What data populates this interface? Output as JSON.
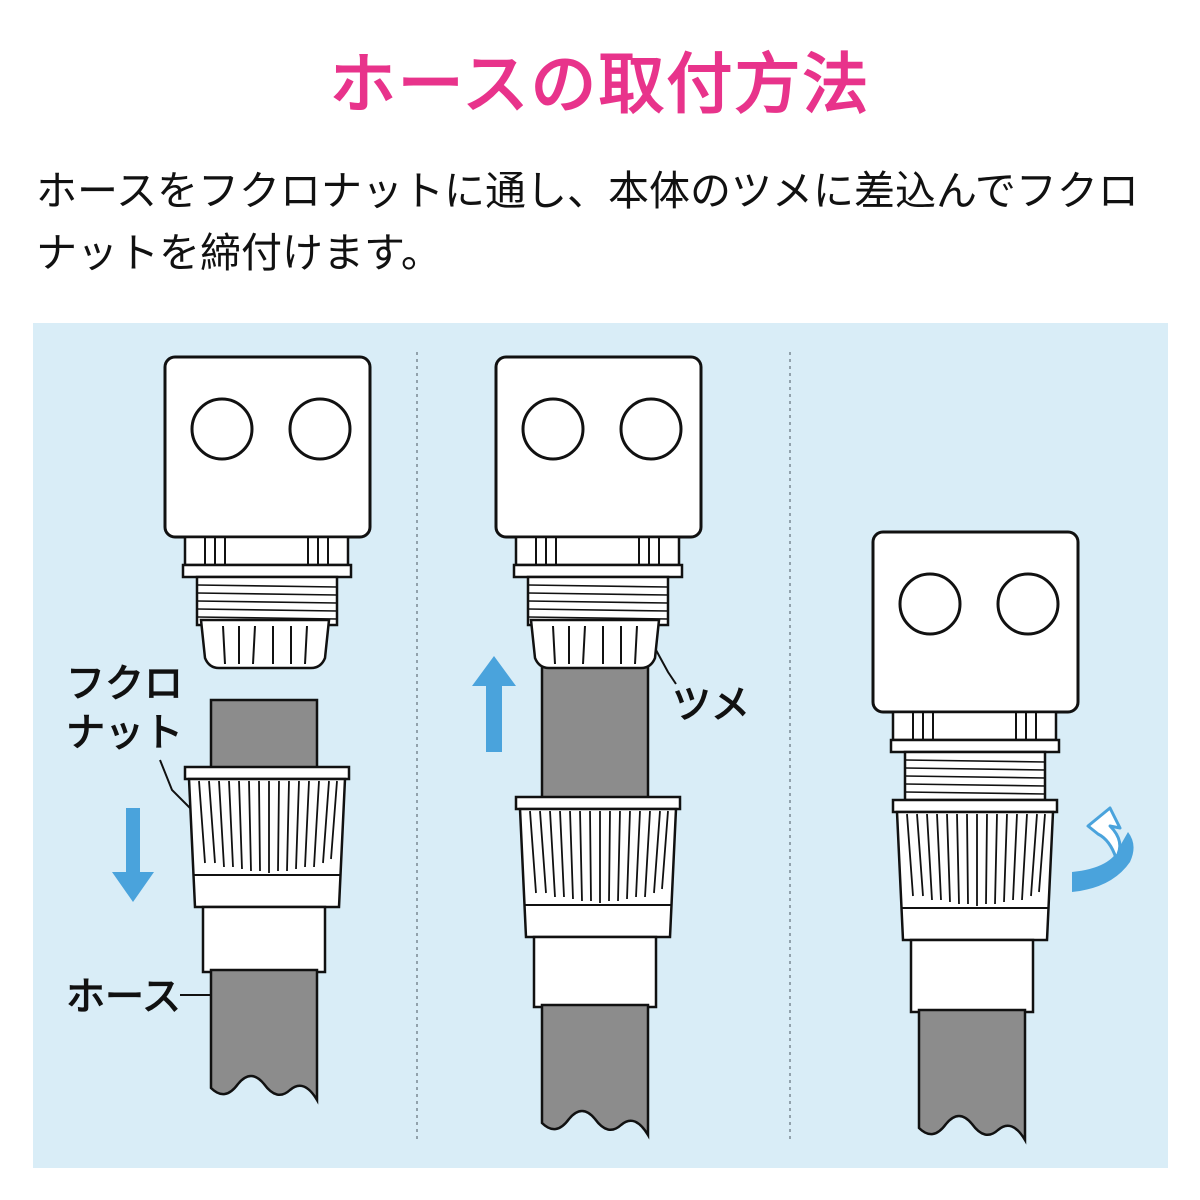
{
  "title": "ホースの取付方法",
  "description": {
    "line1": "ホースをフクロナットに通し、本体のツメに差込んでフクロ",
    "line2": "ナットを締付けます。"
  },
  "labels": {
    "nut_line1": "フクロ",
    "nut_line2": "ナット",
    "hose": "ホース",
    "claw": "ツメ"
  },
  "colors": {
    "title": "#e8338b",
    "panel_bg": "#d9edf7",
    "arrow": "#4aa3dc",
    "hose": "#8c8c8c"
  },
  "icons": [
    "arrow-down-icon",
    "arrow-up-icon",
    "rotate-arrow-icon"
  ]
}
